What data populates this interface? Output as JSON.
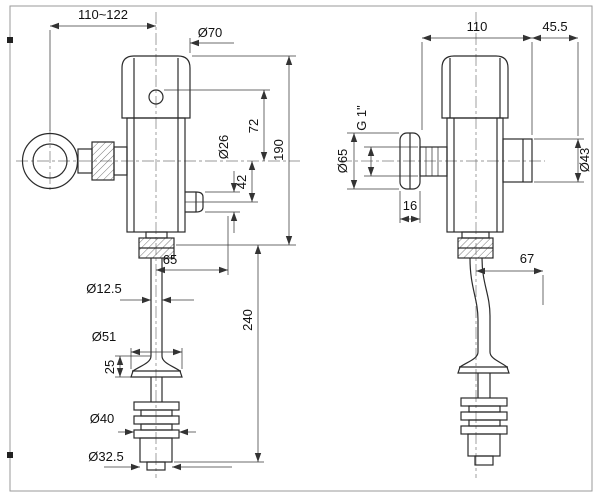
{
  "drawing": {
    "kind": "flush-valve technical dimension drawing",
    "line_color": "#2b2b2b",
    "dim_color": "#3a3a3a",
    "text_color": "#111111",
    "background": "#ffffff"
  },
  "front_view": {
    "wall_to_center": "110~122",
    "cap_diameter": "Ø70",
    "button_to_inlet_center": "72",
    "body_height": "190",
    "outlet_diameter": "Ø26",
    "inlet_to_outlet": "42",
    "center_to_outlet": "65",
    "drop_pipe_diameter": "Ø12.5",
    "drop_pipe_length": "240",
    "spreader_diameter": "Ø51",
    "spreader_height": "25",
    "gasket_diameter": "Ø40",
    "tail_diameter": "Ø32.5"
  },
  "side_view": {
    "body_depth": "110",
    "back_offset": "45.5",
    "inlet_thread": "G 1\"",
    "flange_diameter": "Ø65",
    "back_boss_diameter": "Ø43",
    "flange_thickness": "16",
    "outlet_offset": "67"
  }
}
